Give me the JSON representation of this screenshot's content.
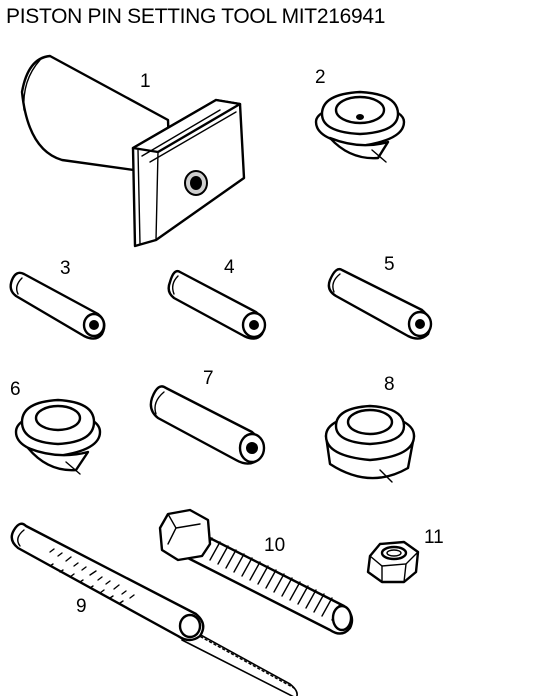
{
  "title": "PISTON PIN SETTING TOOL MIT216941",
  "parts": [
    {
      "number": "1",
      "icon": "mandrel-with-plate-icon"
    },
    {
      "number": "2",
      "icon": "guide-collar-icon"
    },
    {
      "number": "3",
      "icon": "pin-adapter-icon"
    },
    {
      "number": "4",
      "icon": "pin-adapter-icon"
    },
    {
      "number": "5",
      "icon": "pin-adapter-icon"
    },
    {
      "number": "6",
      "icon": "guide-collar-icon"
    },
    {
      "number": "7",
      "icon": "pin-adapter-icon"
    },
    {
      "number": "8",
      "icon": "guide-collar-icon"
    },
    {
      "number": "9",
      "icon": "graduated-rod-icon"
    },
    {
      "number": "10",
      "icon": "hex-bolt-icon"
    },
    {
      "number": "11",
      "icon": "hex-nut-icon"
    }
  ]
}
